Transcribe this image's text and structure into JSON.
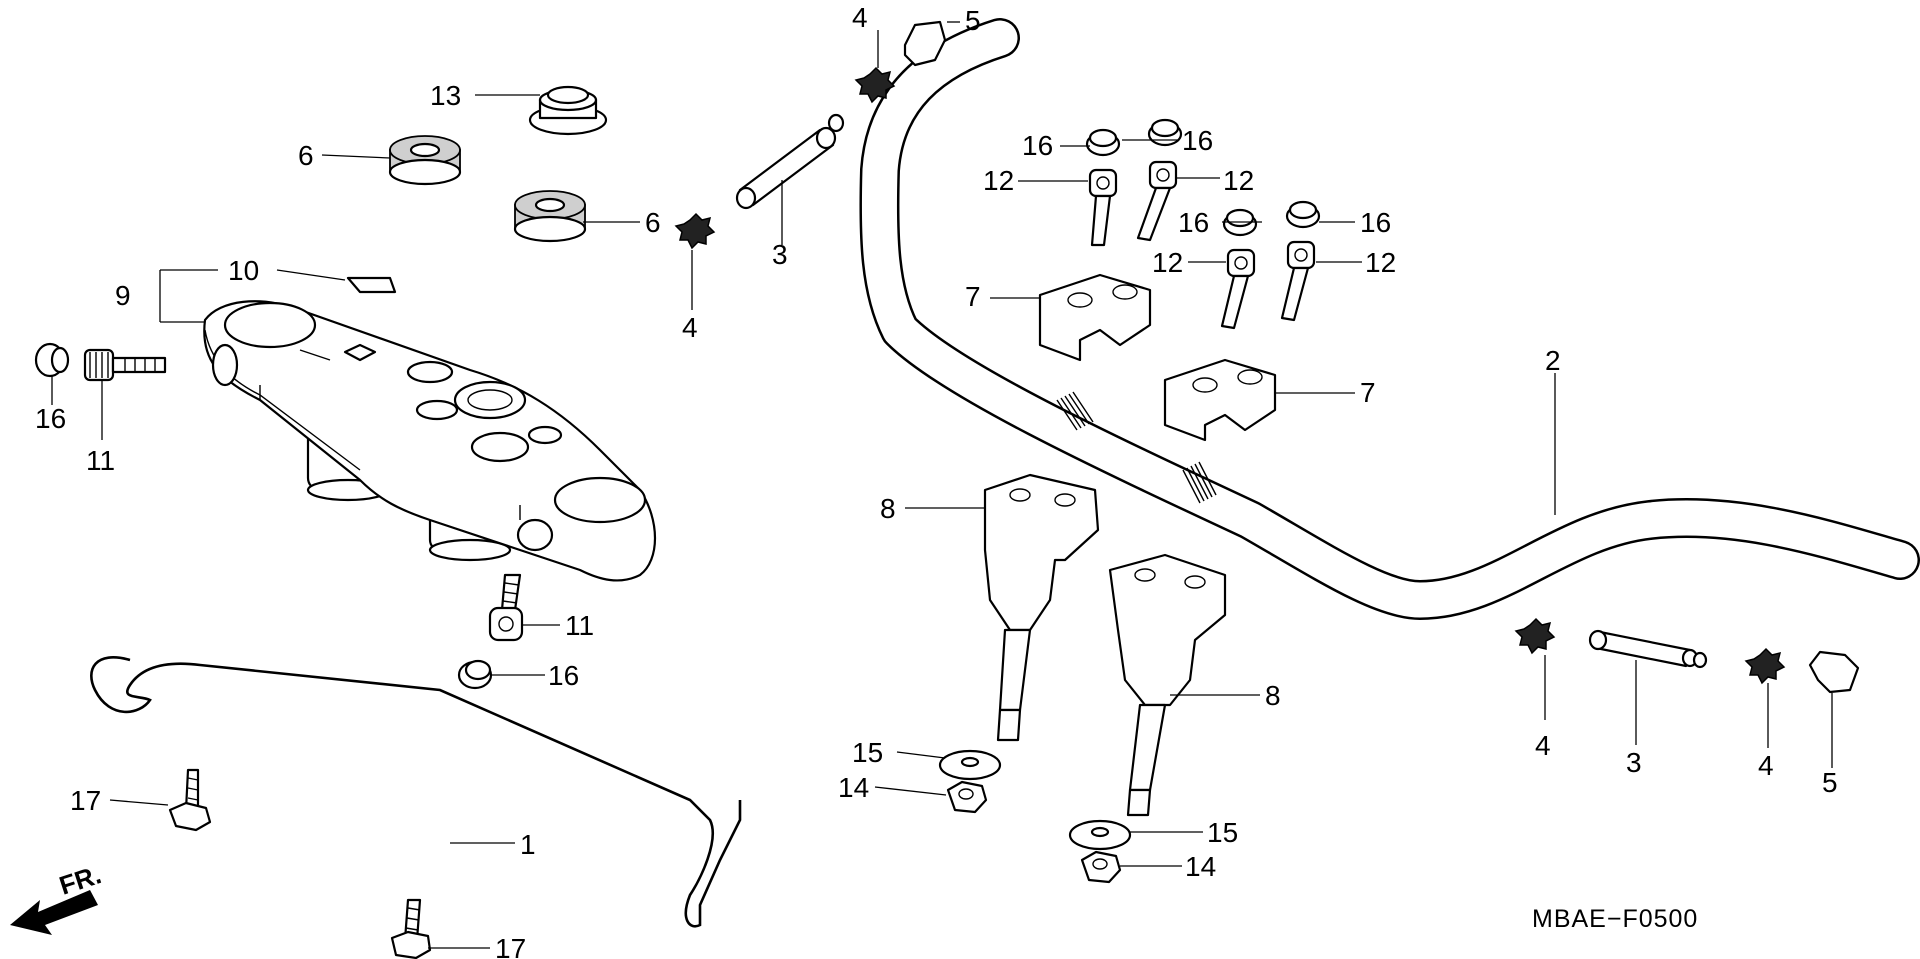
{
  "diagram_code": "MBAE−F0500",
  "front_indicator": "FR.",
  "callouts": [
    {
      "id": "c1",
      "text": "1"
    },
    {
      "id": "c2",
      "text": "2"
    },
    {
      "id": "c3a",
      "text": "3"
    },
    {
      "id": "c3b",
      "text": "3"
    },
    {
      "id": "c4a",
      "text": "4"
    },
    {
      "id": "c4b",
      "text": "4"
    },
    {
      "id": "c4c",
      "text": "4"
    },
    {
      "id": "c4d",
      "text": "4"
    },
    {
      "id": "c5a",
      "text": "5"
    },
    {
      "id": "c5b",
      "text": "5"
    },
    {
      "id": "c6a",
      "text": "6"
    },
    {
      "id": "c6b",
      "text": "6"
    },
    {
      "id": "c7a",
      "text": "7"
    },
    {
      "id": "c7b",
      "text": "7"
    },
    {
      "id": "c8a",
      "text": "8"
    },
    {
      "id": "c8b",
      "text": "8"
    },
    {
      "id": "c9",
      "text": "9"
    },
    {
      "id": "c10",
      "text": "10"
    },
    {
      "id": "c11a",
      "text": "11"
    },
    {
      "id": "c11b",
      "text": "11"
    },
    {
      "id": "c12a",
      "text": "12"
    },
    {
      "id": "c12b",
      "text": "12"
    },
    {
      "id": "c12c",
      "text": "12"
    },
    {
      "id": "c12d",
      "text": "12"
    },
    {
      "id": "c13",
      "text": "13"
    },
    {
      "id": "c14a",
      "text": "14"
    },
    {
      "id": "c14b",
      "text": "14"
    },
    {
      "id": "c15a",
      "text": "15"
    },
    {
      "id": "c15b",
      "text": "15"
    },
    {
      "id": "c16a",
      "text": "16"
    },
    {
      "id": "c16b",
      "text": "16"
    },
    {
      "id": "c16c",
      "text": "16"
    },
    {
      "id": "c16d",
      "text": "16"
    },
    {
      "id": "c16e",
      "text": "16"
    },
    {
      "id": "c16f",
      "text": "16"
    },
    {
      "id": "c17a",
      "text": "17"
    },
    {
      "id": "c17b",
      "text": "17"
    }
  ]
}
